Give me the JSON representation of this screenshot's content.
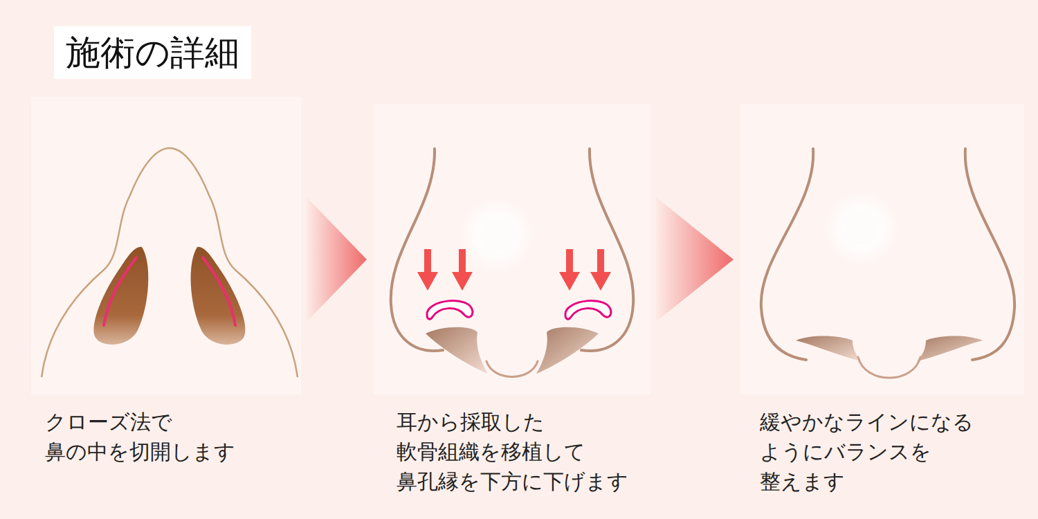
{
  "diagram": {
    "title": "施術の詳細",
    "nodes": [
      {
        "text": [
          "クローズ法で 鼻の中を切開します"
        ]
      },
      {
        "text": [
          "耳から採取した 軟骨組織を移植して 鼻孔縁を下方に下げます"
        ]
      },
      {
        "text": [
          "緩やかなラインになる ようにバランスを 整えます"
        ]
      }
    ],
    "edges": [
      {
        "from": 0,
        "to": 1,
        "arrow": "to"
      },
      {
        "from": 1,
        "to": 2,
        "arrow": "to"
      }
    ]
  }
}
